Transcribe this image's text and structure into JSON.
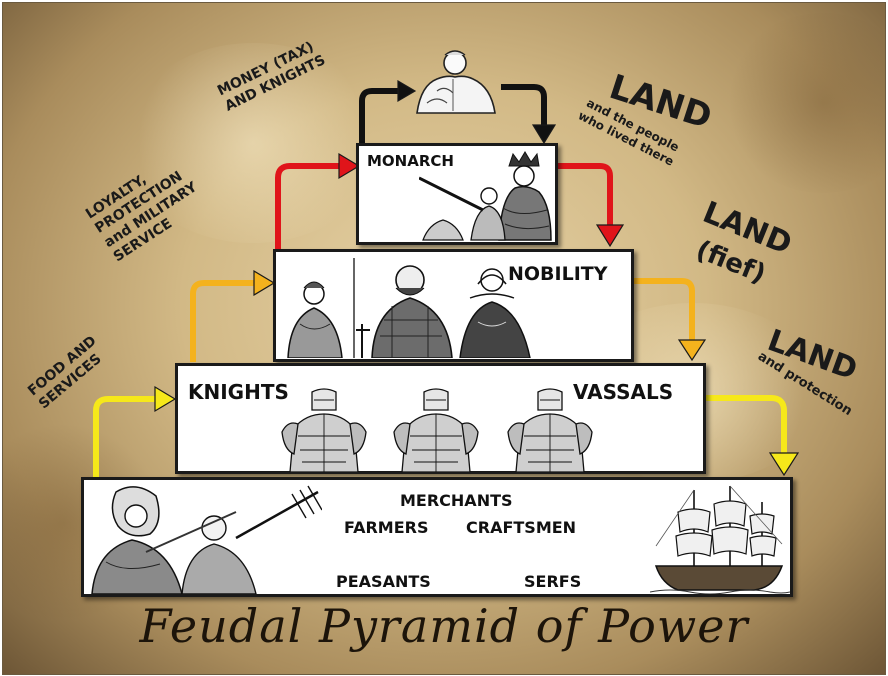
{
  "title": "Feudal Pyramid of Power",
  "tiers": {
    "monarch": "MONARCH",
    "nobility": "NOBILITY",
    "knights": "KNIGHTS",
    "vassals": "VASSALS",
    "merchants": "MERCHANTS",
    "farmers": "FARMERS",
    "craftsmen": "CRAFTSMEN",
    "peasants": "PEASANTS",
    "serfs": "SERFS"
  },
  "left_labels": {
    "money": [
      "MONEY (TAX)",
      "AND KNIGHTS"
    ],
    "loyalty": [
      "LOYALTY,",
      "PROTECTION",
      "and MILITARY",
      "SERVICE"
    ],
    "food": [
      "FOOD AND",
      "SERVICES"
    ]
  },
  "right_labels": {
    "land_top": "LAND",
    "land_top_sub": [
      "and the people",
      "who lived there"
    ],
    "land_fief": "LAND",
    "fief": "(fief)",
    "land_protection": "LAND",
    "protection": "and protection"
  },
  "arrow_colors": {
    "pope": "#111111",
    "monarch": "#e0141a",
    "nobility": "#f4b21d",
    "knights": "#f6e81a"
  },
  "icons": [
    "pope-icon",
    "king-icon",
    "noble-icon",
    "knight-icon",
    "peasant-icon",
    "ship-icon"
  ]
}
